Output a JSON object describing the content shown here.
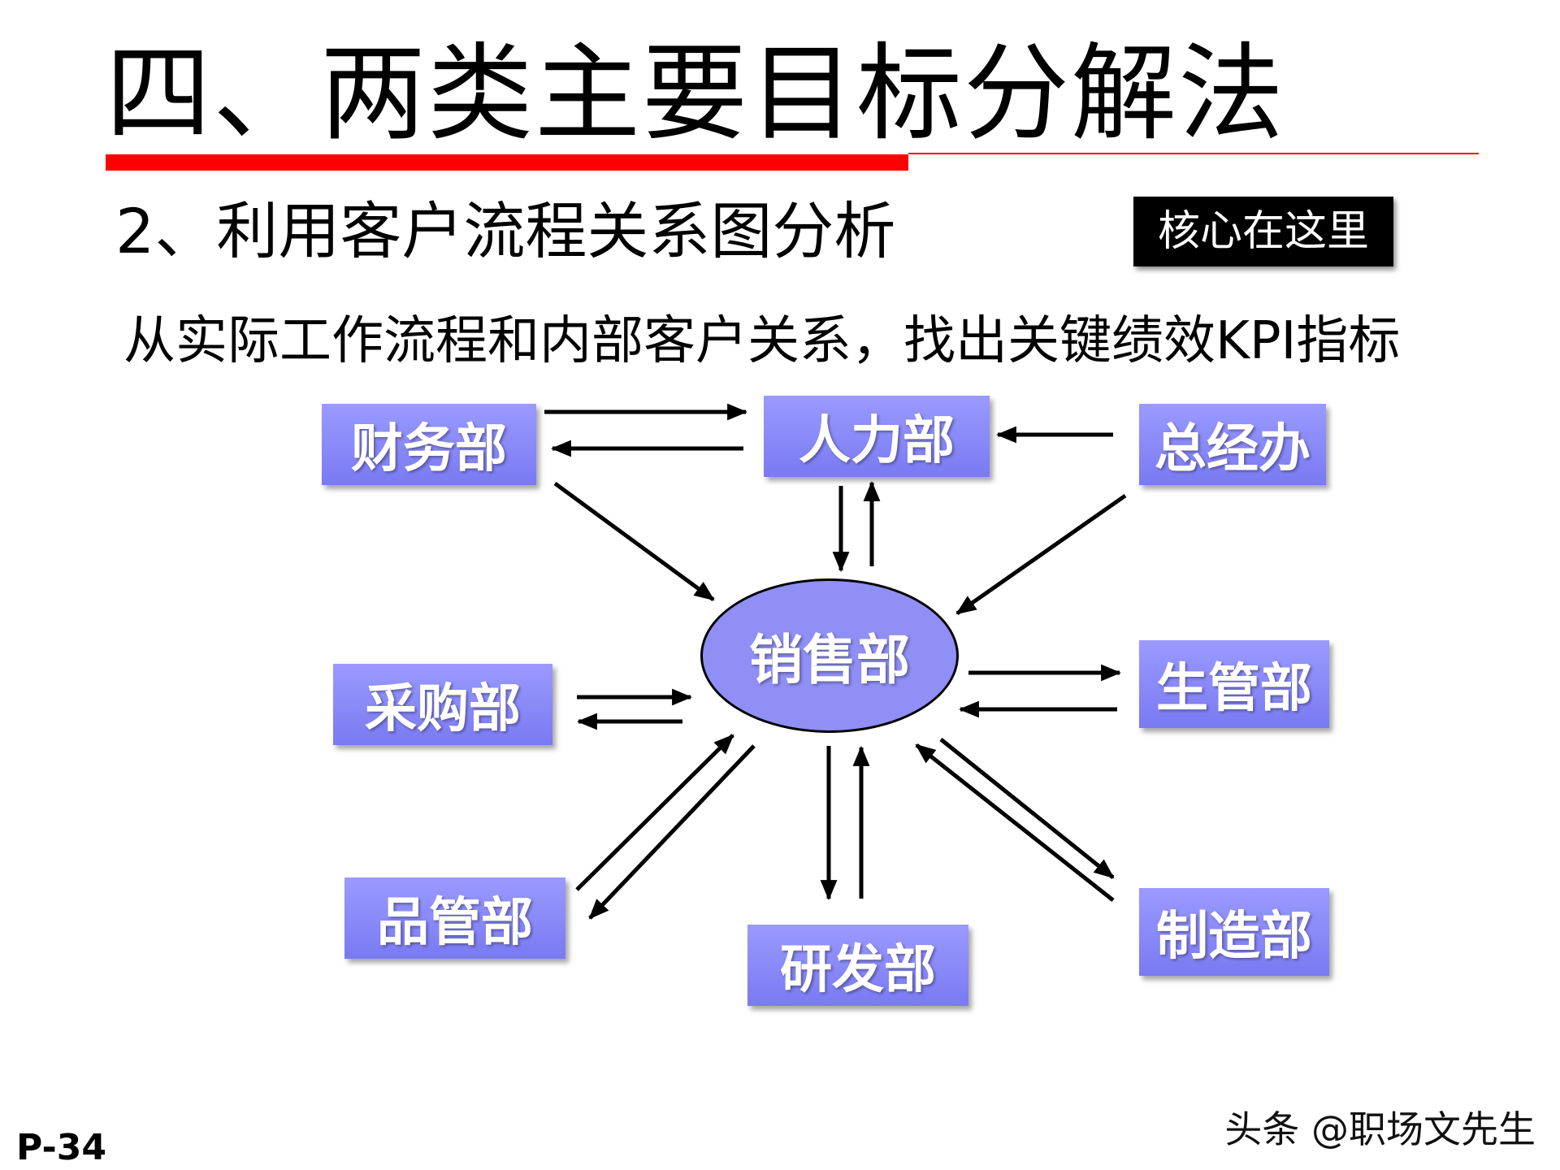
{
  "title": "四、两类主要目标分解法",
  "subtitle": "2、利用客户流程关系图分析",
  "highlight": "核心在这里",
  "description": "从实际工作流程和内部客户关系，找出关键绩效KPI指标",
  "diagram": {
    "center": "销售部",
    "departments": {
      "finance": "财务部",
      "hr": "人力部",
      "gm": "总经办",
      "purchasing": "采购部",
      "production_mgmt": "生管部",
      "quality": "品管部",
      "rnd": "研发部",
      "manufacturing": "制造部"
    },
    "node_color": "#8a8af7"
  },
  "footer": {
    "page_number": "P-34",
    "watermark": "头条 @职场文先生"
  },
  "colors": {
    "accent_red": "#ff0000",
    "box_blue": "#8a8af7"
  }
}
